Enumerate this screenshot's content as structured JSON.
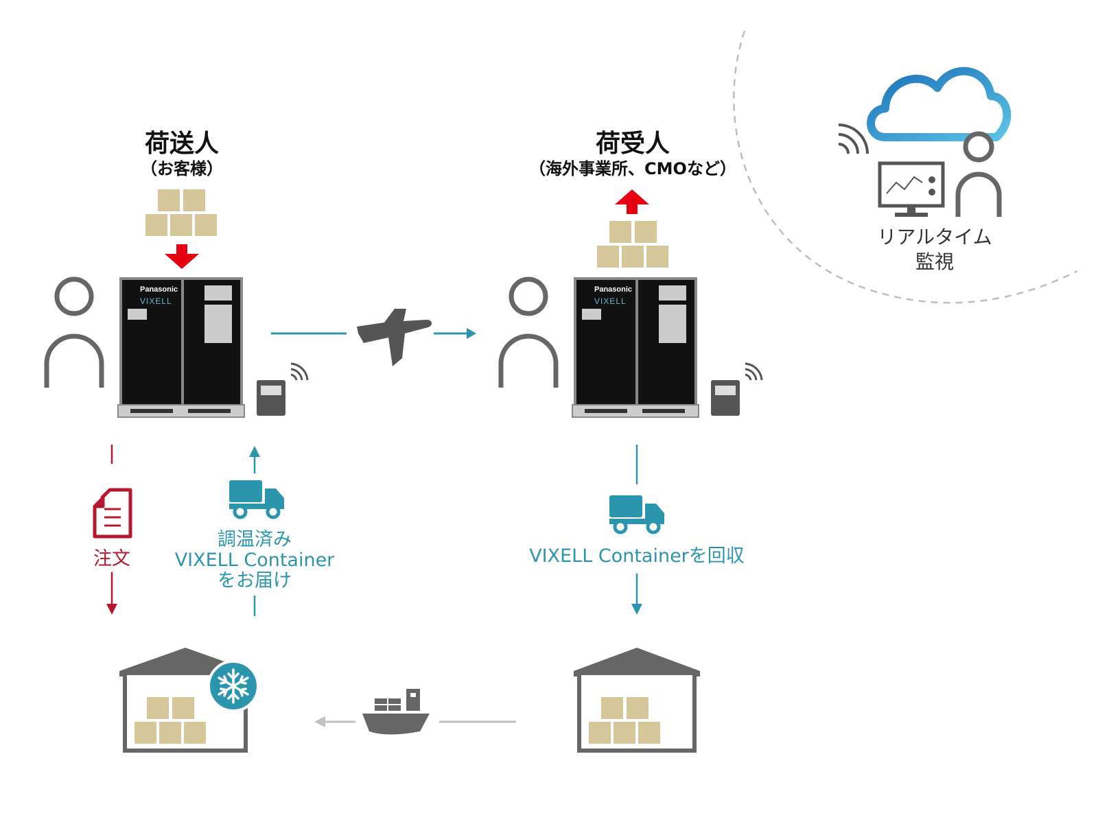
{
  "shipper": {
    "title": "荷送人",
    "subtitle": "（お客様）"
  },
  "receiver": {
    "title": "荷受人",
    "subtitle": "（海外事業所、CMOなど）"
  },
  "monitoring": {
    "line1": "リアルタイム",
    "line2": "監視"
  },
  "order_label": "注文",
  "delivery": {
    "line1": "調温済み",
    "line2": "VIXELL Container",
    "line3": "をお届け"
  },
  "collection_label": "VIXELL Containerを回収",
  "container_brand": {
    "maker": "Panasonic",
    "product": "VIXELL"
  },
  "colors": {
    "teal": "#2b95ad",
    "red": "#b5182e",
    "gray": "#555555",
    "box": "#d6c79a",
    "arrow_red": "#e60012",
    "light_gray": "#c0c0c0"
  }
}
